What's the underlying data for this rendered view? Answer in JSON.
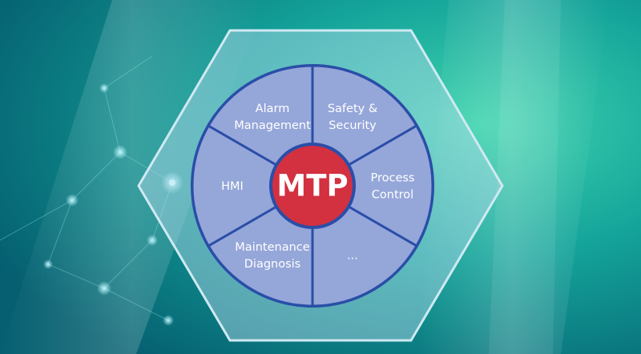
{
  "diagram": {
    "center": {
      "label": "MTP"
    },
    "segments": [
      {
        "id": "safety-security",
        "lines": [
          "Safety &",
          "Security"
        ]
      },
      {
        "id": "process-control",
        "lines": [
          "Process",
          "Control"
        ]
      },
      {
        "id": "more",
        "lines": [
          "..."
        ]
      },
      {
        "id": "maintenance-diagnosis",
        "lines": [
          "Maintenance",
          "Diagnosis"
        ]
      },
      {
        "id": "hmi",
        "lines": [
          "HMI"
        ]
      },
      {
        "id": "alarm-management",
        "lines": [
          "Alarm",
          "Management"
        ]
      }
    ]
  },
  "colors": {
    "background_dark": "#066d78",
    "background_light": "#2fc9a6",
    "hexagon_border": "#cfe9f2",
    "segment_fill": "#95a6d9",
    "segment_border": "#2a4ea8",
    "center_fill": "#d33040",
    "center_border": "#2a4ea8"
  }
}
